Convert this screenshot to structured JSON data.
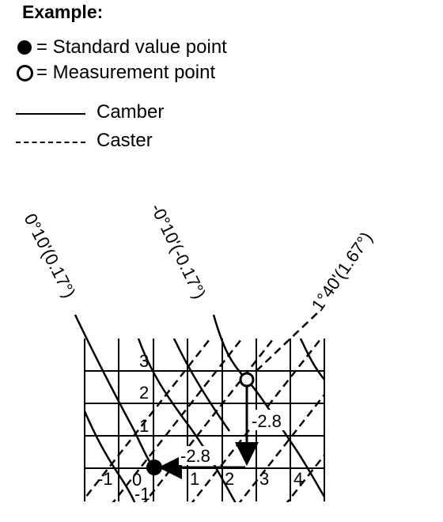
{
  "title": "Example:",
  "legend": {
    "standard": "= Standard value point",
    "measurement": "= Measurement point",
    "camber": "Camber",
    "caster": "Caster"
  },
  "diagram": {
    "curve_labels": {
      "camber_pos": "0°10'(0.17°)",
      "camber_neg": "-0°10'(-0.17°)",
      "caster": "1°40'(1.67°)"
    },
    "y_ticks": [
      "3",
      "2",
      "1",
      "0",
      "-1"
    ],
    "x_ticks": [
      "-1",
      "1",
      "2",
      "3",
      "4"
    ],
    "vertical_delta": "-2.8",
    "horizontal_delta": "-2.8"
  }
}
